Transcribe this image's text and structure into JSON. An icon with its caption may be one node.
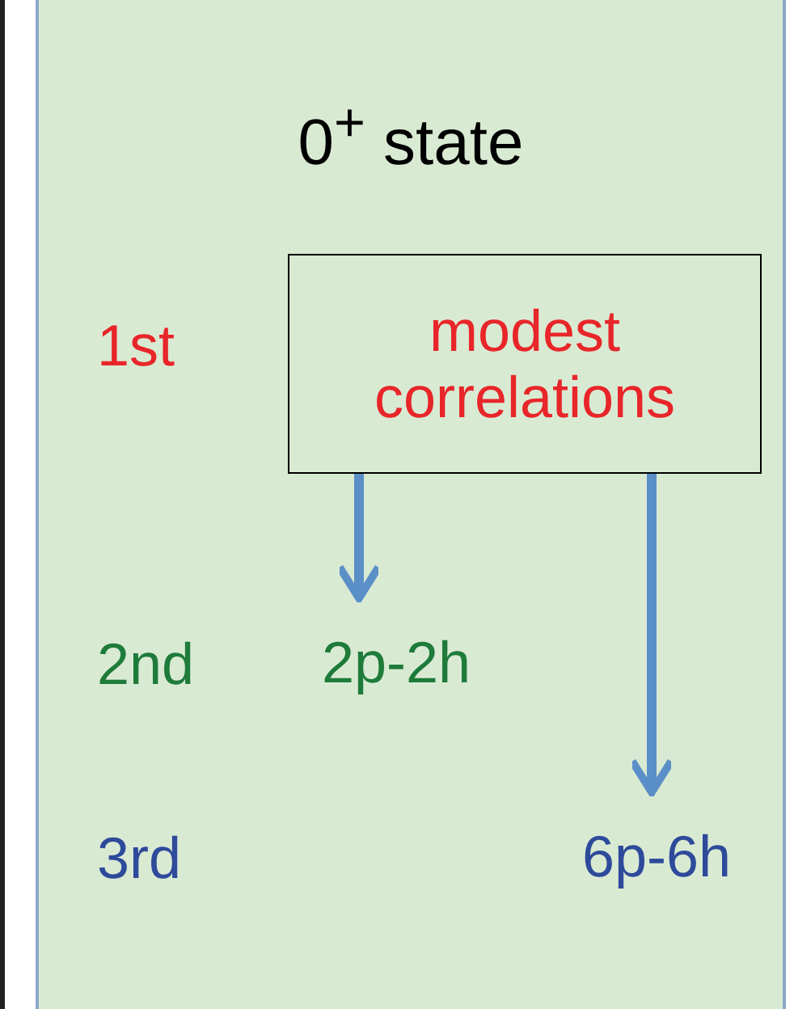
{
  "diagram": {
    "nodes": [
      {
        "text": [
          "0$^{+}$ state"
        ]
      },
      {
        "text": [
          "modest correlations"
        ],
        "in": 0
      },
      {
        "text": [
          "2p-2h"
        ],
        "in": 0
      },
      {
        "text": [
          "6p-6h"
        ],
        "in": 0
      }
    ],
    "edges": [
      {
        "from": 1,
        "to": 2,
        "arrow": "to"
      },
      {
        "from": 1,
        "to": 3,
        "arrow": "to"
      }
    ],
    "labels": [
      "1st",
      "2nd",
      "3rd"
    ]
  }
}
